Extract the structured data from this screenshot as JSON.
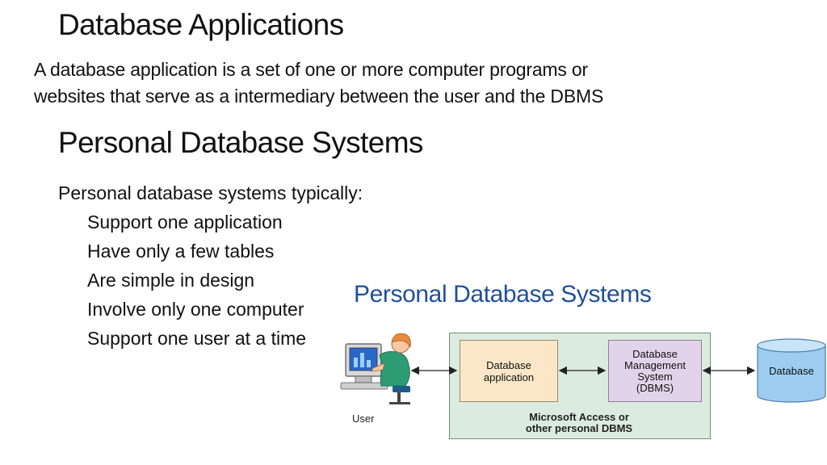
{
  "heading1": "Database Applications",
  "paragraph_line1": "A database application is a set of one or more computer programs or",
  "paragraph_line2": "websites that serve as a intermediary between the user and the DBMS",
  "heading2": "Personal Database Systems",
  "intro": "Personal database systems typically:",
  "bullets": [
    "Support one application",
    "Have only a few tables",
    "Are simple in design",
    "Involve only one computer",
    "Support one user at a time"
  ],
  "diagram": {
    "title": "Personal Database Systems",
    "app_line1": "Database",
    "app_line2": "application",
    "dbms_line1": "Database",
    "dbms_line2": "Management",
    "dbms_line3": "System",
    "dbms_line4": "(DBMS)",
    "env_line1": "Microsoft Access or",
    "env_line2": "other personal DBMS",
    "user_label": "User",
    "db_label": "Database"
  },
  "colors": {
    "diagram_title": "#1f4f9c",
    "environment_fill": "#dcebe0",
    "app_fill": "#fbe7c8",
    "dbms_fill": "#e2d3ea",
    "database_fill": "#9ccdf0"
  }
}
